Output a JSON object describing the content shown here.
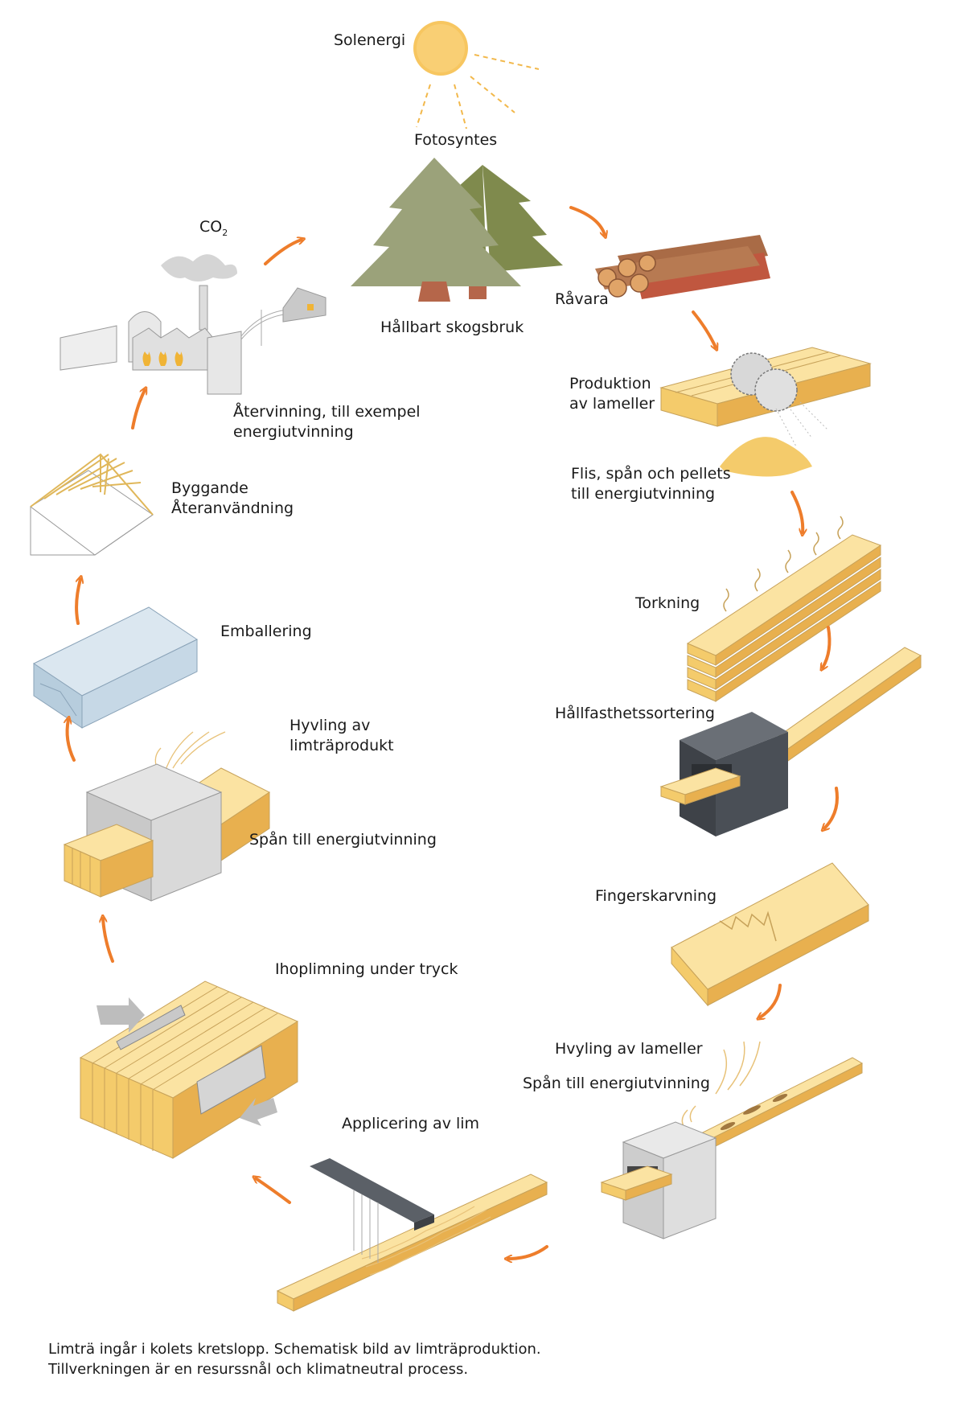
{
  "labels": {
    "solar": "Solenergi",
    "photosynthesis": "Fotosyntes",
    "forestry": "Hållbart skogsbruk",
    "raw_material": "Råvara",
    "lamella_production_1": "Produktion",
    "lamella_production_2": "av lameller",
    "chips_1": "Flis, spån och pellets",
    "chips_2": "till energiutvinning",
    "drying": "Torkning",
    "strength_grading": "Hållfasthetssortering",
    "finger_jointing": "Fingerskarvning",
    "lamella_planing": "Hvyling av lameller",
    "lamella_shavings": "Spån till energiutvinning",
    "glue_application": "Applicering av lim",
    "pressing": "Ihoplimning under tryck",
    "product_shavings": "Spån till energiutvinning",
    "product_planing_1": "Hyvling av",
    "product_planing_2": "limträprodukt",
    "packaging": "Emballering",
    "building_1": "Byggande",
    "building_2": "Återanvändning",
    "recycling_1": "Återvinning, till exempel",
    "recycling_2": "energiutvinning",
    "co2_main": "CO",
    "co2_sub": "2"
  },
  "caption": {
    "line1": "Limträ ingår i kolets kretslopp. Schematisk bild av limträproduktion.",
    "line2": "Tillverkningen är en resurssnål och klimatneutral process."
  },
  "colors": {
    "arrow": "#ee7d2b",
    "sun": "#f7c660",
    "wood_light": "#fbe3a2",
    "wood_mid": "#f4cb6b",
    "wood_dark": "#e8b04f",
    "tree_front": "#9ba27a",
    "tree_back": "#7f8a4d",
    "trunk": "#b5664a",
    "log_top": "#a96b46",
    "log_bottom": "#c0573f",
    "machine_dark": "#4a4f56",
    "machine_grey": "#cfcfcf",
    "wrap_blue": "#c6d8e6"
  }
}
